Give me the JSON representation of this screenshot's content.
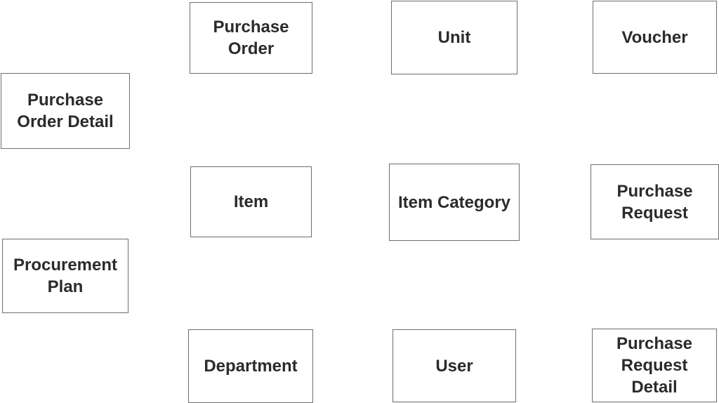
{
  "diagram": {
    "type": "entity-boxes",
    "colors": {
      "border": "#6e6e6e",
      "text": "#2b2b2b",
      "background": "#ffffff"
    },
    "entities": [
      {
        "id": "purchase-order",
        "label": "Purchase\nOrder"
      },
      {
        "id": "unit",
        "label": "Unit"
      },
      {
        "id": "voucher",
        "label": "Voucher"
      },
      {
        "id": "purchase-order-detail",
        "label": "Purchase\nOrder Detail"
      },
      {
        "id": "item",
        "label": "Item"
      },
      {
        "id": "item-category",
        "label": "Item Category"
      },
      {
        "id": "purchase-request",
        "label": "Purchase\nRequest"
      },
      {
        "id": "procurement-plan",
        "label": "Procurement\nPlan"
      },
      {
        "id": "department",
        "label": "Department"
      },
      {
        "id": "user",
        "label": "User"
      },
      {
        "id": "purchase-request-detail",
        "label": "Purchase\nRequest\nDetail"
      }
    ]
  }
}
